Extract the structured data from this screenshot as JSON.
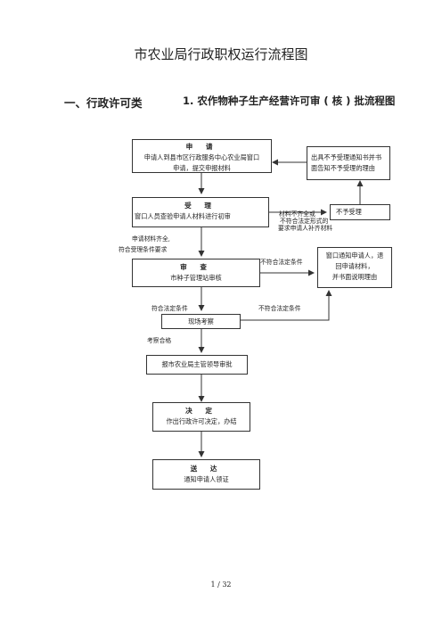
{
  "doc_title": "市农业局行政职权运行流程图",
  "section": "一、行政许可类",
  "subtitle": "1. 农作物种子生产经营许可审 ( 核 ) 批流程图",
  "boxes": {
    "apply": {
      "title": "申 请",
      "body1": "申请人到县市区行政服务中心农业局窗口",
      "body2": "申请，提交申报材料"
    },
    "not_accept_notice": {
      "body1": "出具不予受理通知书并书",
      "body2": "面告知不予受理的理由"
    },
    "accept": {
      "title": "受 理",
      "body1": "窗口人员查验申请人材料进行初审"
    },
    "not_accept": {
      "body1": "不予受理"
    },
    "review": {
      "title": "审 查",
      "body1": "市种子管理站审核"
    },
    "return_notice": {
      "body1": "窗口通知申请人，退",
      "body2": "回申请材料，",
      "body3": "并书面说明理由"
    },
    "site_inspection": {
      "body1": "现场考察"
    },
    "leader_approval": {
      "body1": "报市农业局主管领导审批"
    },
    "decision": {
      "title": "决 定",
      "body1": "作出行政许可决定，办结"
    },
    "delivery": {
      "title": "送 达",
      "body1": "通知申请人领证"
    }
  },
  "labels": {
    "material_incomplete_1": "材料不齐全或",
    "material_incomplete_2": "不符合法定形式的",
    "material_incomplete_3": "要求申请人补齐材料",
    "material_complete_1": "申请材料齐全,",
    "material_complete_2": "符合受理条件要求",
    "not_qualified_1": "不符合法定条件",
    "qualified": "符合法定条件",
    "not_qualified_2": "不符合法定条件",
    "inspection_pass": "考察合格"
  },
  "footer": {
    "page": "1 / 32"
  }
}
